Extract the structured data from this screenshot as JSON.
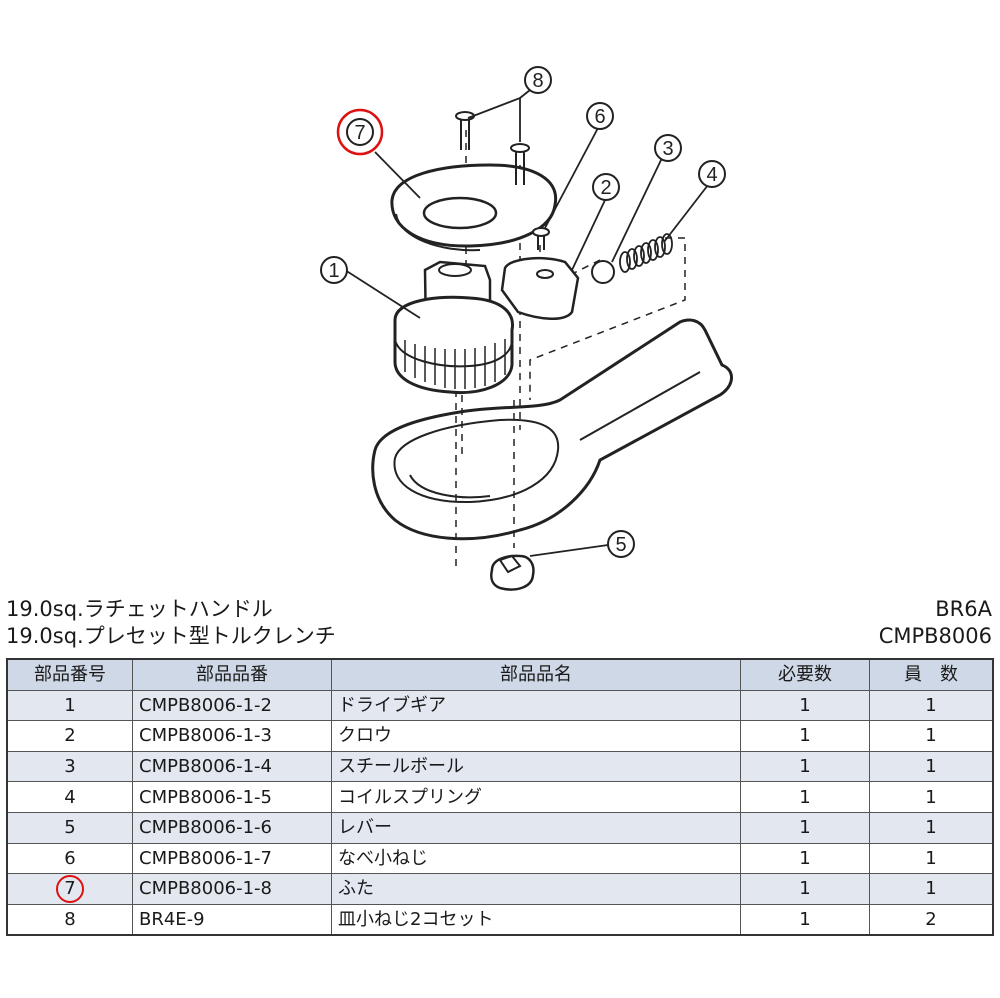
{
  "callouts": [
    "1",
    "2",
    "3",
    "4",
    "5",
    "6",
    "7",
    "8"
  ],
  "title": {
    "line1": "19.0sq.ラチェットハンドル",
    "line2": "19.0sq.プレセット型トルクレンチ",
    "model1": "BR6A",
    "model2": "CMPB8006"
  },
  "table": {
    "headers": [
      "部品番号",
      "部品品番",
      "部品品名",
      "必要数",
      "員　数"
    ],
    "rows": [
      {
        "no": "1",
        "part_number": "CMPB8006-1-2",
        "name": "ドライブギア",
        "required": "1",
        "qty": "1"
      },
      {
        "no": "2",
        "part_number": "CMPB8006-1-3",
        "name": "クロウ",
        "required": "1",
        "qty": "1"
      },
      {
        "no": "3",
        "part_number": "CMPB8006-1-4",
        "name": "スチールボール",
        "required": "1",
        "qty": "1"
      },
      {
        "no": "4",
        "part_number": "CMPB8006-1-5",
        "name": "コイルスプリング",
        "required": "1",
        "qty": "1"
      },
      {
        "no": "5",
        "part_number": "CMPB8006-1-6",
        "name": "レバー",
        "required": "1",
        "qty": "1"
      },
      {
        "no": "6",
        "part_number": "CMPB8006-1-7",
        "name": "なべ小ねじ",
        "required": "1",
        "qty": "1"
      },
      {
        "no": "7",
        "part_number": "CMPB8006-1-8",
        "name": "ふた",
        "required": "1",
        "qty": "1"
      },
      {
        "no": "8",
        "part_number": "BR4E-9",
        "name": "皿小ねじ2コセット",
        "required": "1",
        "qty": "2"
      }
    ]
  },
  "highlight_color": "#d11a1a",
  "header_bg": "#cfd8e6",
  "stripe_bg": "#e3e8f0"
}
